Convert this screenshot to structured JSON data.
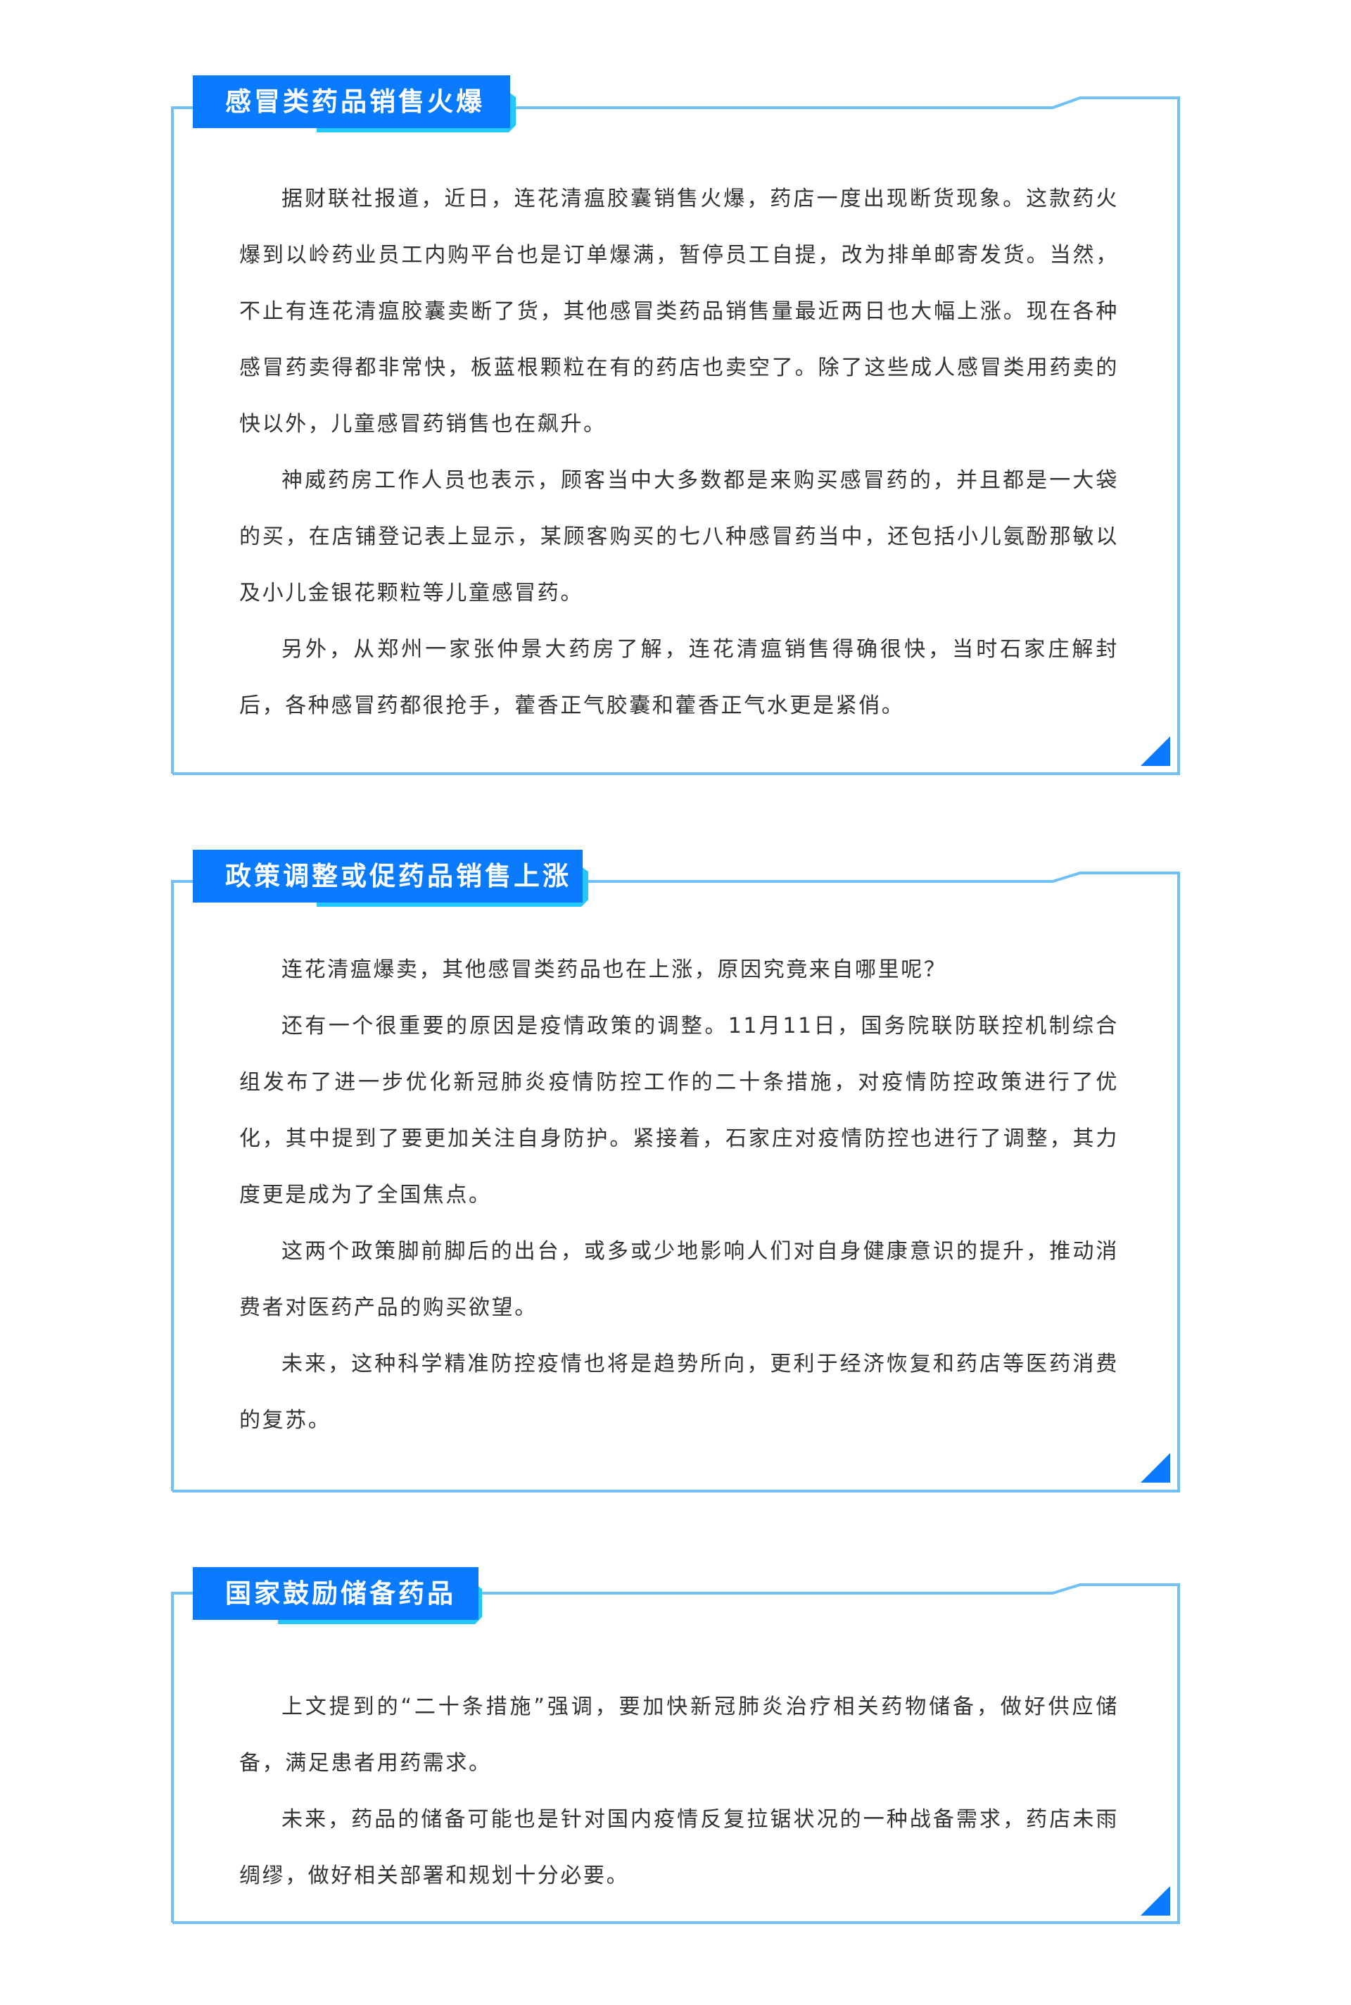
{
  "colors": {
    "frame": "#6fbff8",
    "label": "#0a7bff",
    "label_shadow": "#22c8ff",
    "text": "#333333",
    "corner": "#0a7bff"
  },
  "sections": [
    {
      "title": "感冒类药品销售火爆",
      "paragraphs": [
        "据财联社报道，近日，连花清瘟胶囊销售火爆，药店一度出现断货现象。这款药火爆到以岭药业员工内购平台也是订单爆满，暂停员工自提，改为排单邮寄发货。当然，不止有连花清瘟胶囊卖断了货，其他感冒类药品销售量最近两日也大幅上涨。现在各种感冒药卖得都非常快，板蓝根颗粒在有的药店也卖空了。除了这些成人感冒类用药卖的快以外，儿童感冒药销售也在飙升。",
        "神威药房工作人员也表示，顾客当中大多数都是来购买感冒药的，并且都是一大袋的买，在店铺登记表上显示，某顾客购买的七八种感冒药当中，还包括小儿氨酚那敏以及小儿金银花颗粒等儿童感冒药。",
        "另外，从郑州一家张仲景大药房了解，连花清瘟销售得确很快，当时石家庄解封后，各种感冒药都很抢手，藿香正气胶囊和藿香正气水更是紧俏。"
      ]
    },
    {
      "title": "政策调整或促药品销售上涨",
      "paragraphs": [
        "连花清瘟爆卖，其他感冒类药品也在上涨，原因究竟来自哪里呢？",
        "还有一个很重要的原因是疫情政策的调整。11月11日，国务院联防联控机制综合组发布了进一步优化新冠肺炎疫情防控工作的二十条措施，对疫情防控政策进行了优化，其中提到了要更加关注自身防护。紧接着，石家庄对疫情防控也进行了调整，其力度更是成为了全国焦点。",
        "这两个政策脚前脚后的出台，或多或少地影响人们对自身健康意识的提升，推动消费者对医药产品的购买欲望。",
        "未来，这种科学精准防控疫情也将是趋势所向，更利于经济恢复和药店等医药消费的复苏。"
      ]
    },
    {
      "title": "国家鼓励储备药品",
      "paragraphs": [
        "上文提到的“二十条措施”强调，要加快新冠肺炎治疗相关药物储备，做好供应储备，满足患者用药需求。",
        "未来，药品的储备可能也是针对国内疫情反复拉锯状况的一种战备需求，药店未雨绸缪，做好相关部署和规划十分必要。"
      ]
    }
  ]
}
